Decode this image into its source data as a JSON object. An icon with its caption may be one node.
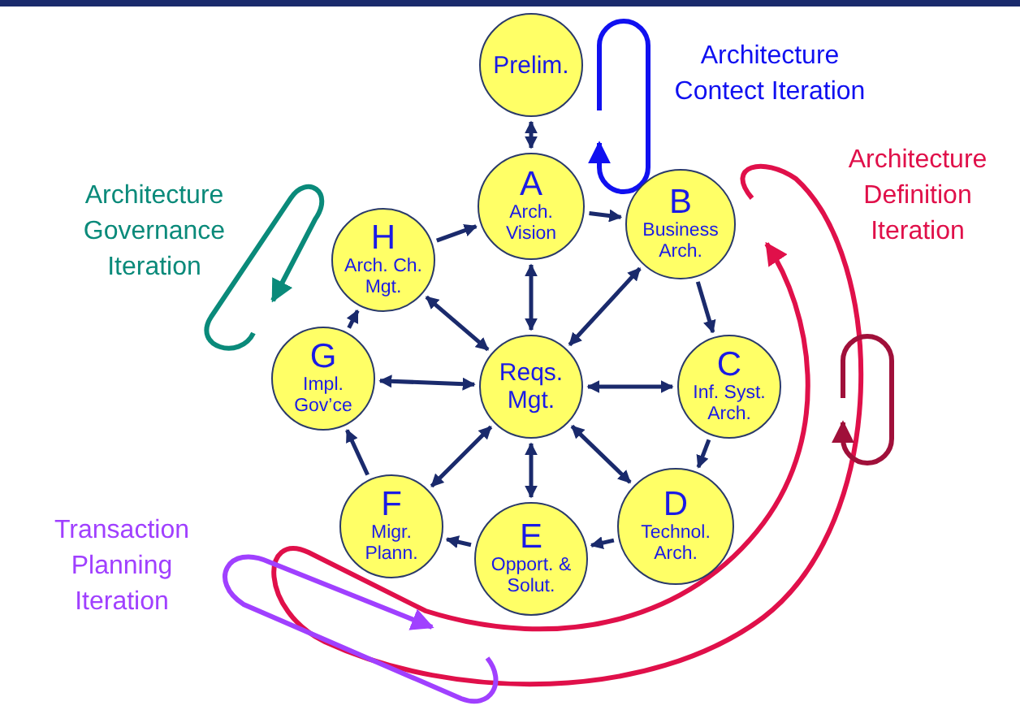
{
  "diagram": {
    "nodes": [
      {
        "text": [
          "Prelim."
        ]
      },
      {
        "text": [
          "A",
          "Arch. Vision"
        ]
      },
      {
        "text": [
          "B",
          "Business Arch."
        ]
      },
      {
        "text": [
          "C",
          "Inf. Syst. Arch."
        ]
      },
      {
        "text": [
          "D",
          "Technol. Arch."
        ]
      },
      {
        "text": [
          "E",
          "Opport. & Solut."
        ]
      },
      {
        "text": [
          "F",
          "Migr. Plann."
        ]
      },
      {
        "text": [
          "G",
          "Impl. Gov’ce"
        ]
      },
      {
        "text": [
          "H",
          "Arch. Ch. Mgt."
        ]
      },
      {
        "text": [
          "Reqs. Mgt."
        ]
      }
    ],
    "edges": [
      {
        "from": 0,
        "to": 1,
        "arrow": "both"
      },
      {
        "from": 1,
        "to": 2,
        "arrow": "to"
      },
      {
        "from": 2,
        "to": 3,
        "arrow": "to"
      },
      {
        "from": 3,
        "to": 4,
        "arrow": "to"
      },
      {
        "from": 4,
        "to": 5,
        "arrow": "to"
      },
      {
        "from": 5,
        "to": 6,
        "arrow": "to"
      },
      {
        "from": 6,
        "to": 7,
        "arrow": "to"
      },
      {
        "from": 7,
        "to": 8,
        "arrow": "to"
      },
      {
        "from": 8,
        "to": 1,
        "arrow": "to"
      },
      {
        "from": 9,
        "to": 1,
        "arrow": "both"
      },
      {
        "from": 9,
        "to": 2,
        "arrow": "both"
      },
      {
        "from": 9,
        "to": 3,
        "arrow": "both"
      },
      {
        "from": 9,
        "to": 4,
        "arrow": "both"
      },
      {
        "from": 9,
        "to": 5,
        "arrow": "both"
      },
      {
        "from": 9,
        "to": 6,
        "arrow": "both"
      },
      {
        "from": 9,
        "to": 7,
        "arrow": "both"
      },
      {
        "from": 9,
        "to": 8,
        "arrow": "both"
      }
    ],
    "labels": [
      "Architecture Contect Iteration",
      "Architecture Governance Iteration",
      "Architecture Definition Iteration",
      "Transaction Planning Iteration"
    ]
  }
}
